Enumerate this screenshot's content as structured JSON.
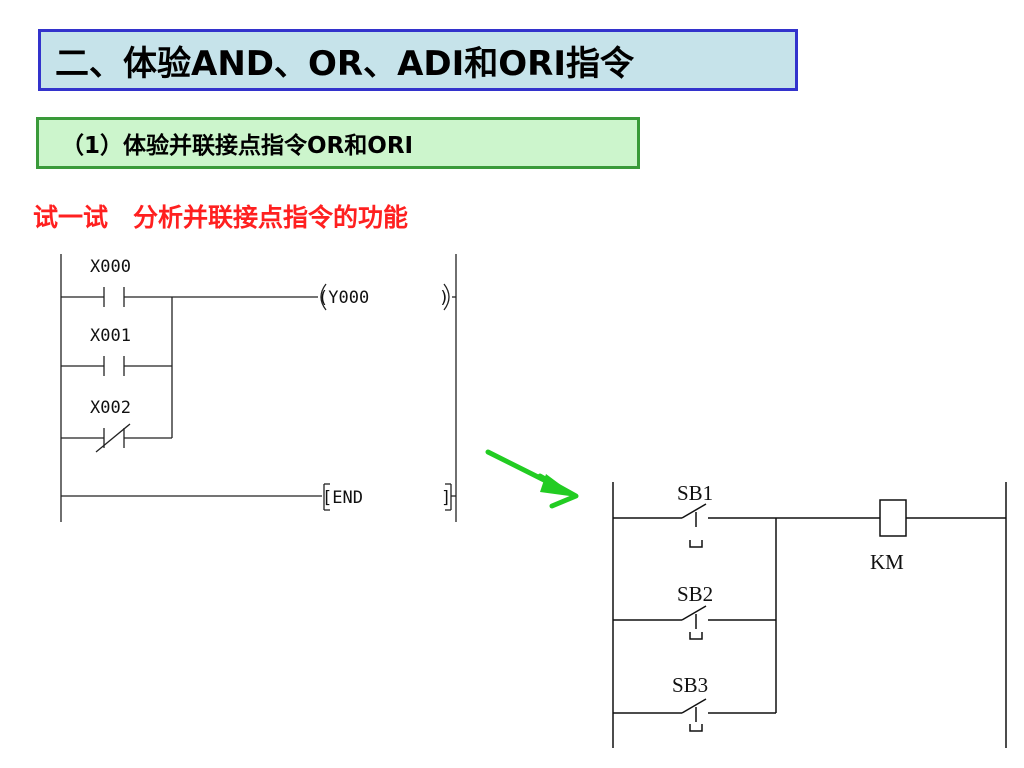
{
  "title": "二、体验AND、OR、ADI和ORI指令",
  "subtitle": "（1）体验并联接点指令OR和ORI",
  "try_heading": "试一试　分析并联接点指令的功能",
  "ladder": {
    "contacts": [
      "X000",
      "X001",
      "X002"
    ],
    "coil": "(Y000",
    "coil_close": ")",
    "end_label": "[END",
    "end_close": "]"
  },
  "circuit": {
    "buttons": [
      "SB1",
      "SB2",
      "SB3"
    ],
    "coil_label": "KM"
  },
  "colors": {
    "title_bg": "#c6e3ea",
    "title_border": "#3333cc",
    "sub_bg": "#ccf5cc",
    "sub_border": "#3a9a3a",
    "heading_red": "#ff2020",
    "arrow_green": "#22cc22"
  }
}
